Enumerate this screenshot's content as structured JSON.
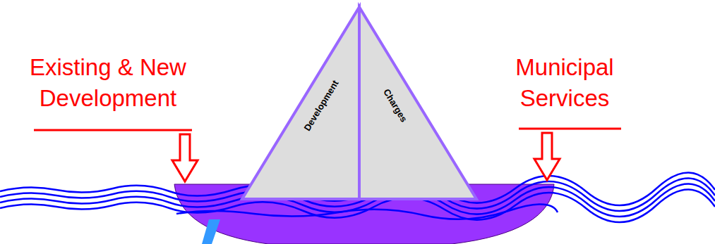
{
  "diagram": {
    "nodes": [
      {
        "text": [
          "Development"
        ]
      },
      {
        "text": [
          "Charges"
        ]
      }
    ],
    "labels": [
      "Existing & New Development",
      "Municipal Services"
    ]
  }
}
